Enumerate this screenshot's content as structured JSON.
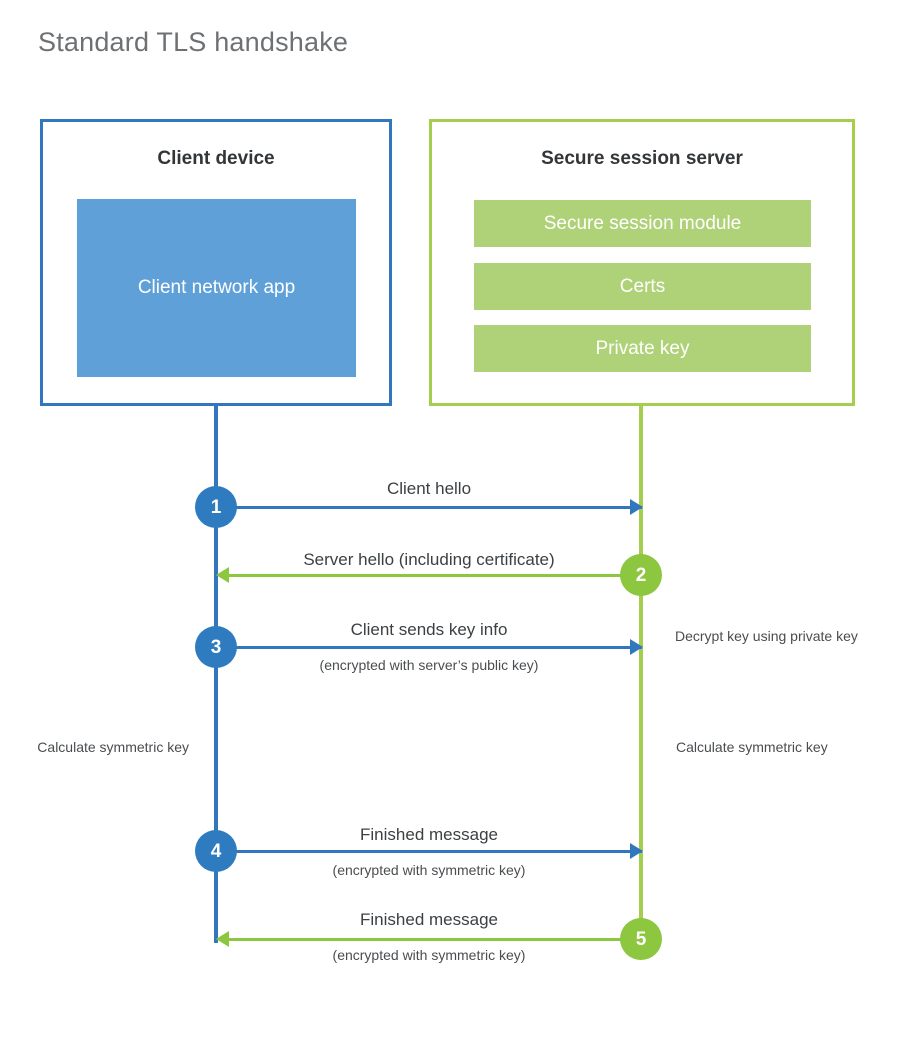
{
  "title": "Standard TLS handshake",
  "colors": {
    "client_blue": "#3277bd",
    "client_app_fill": "#5fa0d8",
    "server_green": "#a6ce4e",
    "server_block_fill": "#afd278",
    "step_blue": "#2e7cbf",
    "step_green": "#8dc63f",
    "title_gray": "#6e7174"
  },
  "client": {
    "title": "Client device",
    "app_label": "Client network app"
  },
  "server": {
    "title": "Secure session server",
    "blocks": [
      {
        "label": "Secure session module"
      },
      {
        "label": "Certs"
      },
      {
        "label": "Private key"
      }
    ]
  },
  "steps": [
    {
      "number": "1",
      "label": "Client hello",
      "sublabel": "",
      "direction": "client-to-server",
      "color": "blue"
    },
    {
      "number": "2",
      "label": "Server hello (including certificate)",
      "sublabel": "",
      "direction": "server-to-client",
      "color": "green"
    },
    {
      "number": "3",
      "label": "Client sends key info",
      "sublabel": "(encrypted with server’s public key)",
      "direction": "client-to-server",
      "color": "blue"
    },
    {
      "number": "4",
      "label": "Finished message",
      "sublabel": "(encrypted with symmetric key)",
      "direction": "client-to-server",
      "color": "blue"
    },
    {
      "number": "5",
      "label": "Finished message",
      "sublabel": "(encrypted with symmetric key)",
      "direction": "server-to-client",
      "color": "green"
    }
  ],
  "notes": {
    "decrypt": "Decrypt key using private key",
    "client_symmetric": "Calculate symmetric key",
    "server_symmetric": "Calculate symmetric key"
  }
}
